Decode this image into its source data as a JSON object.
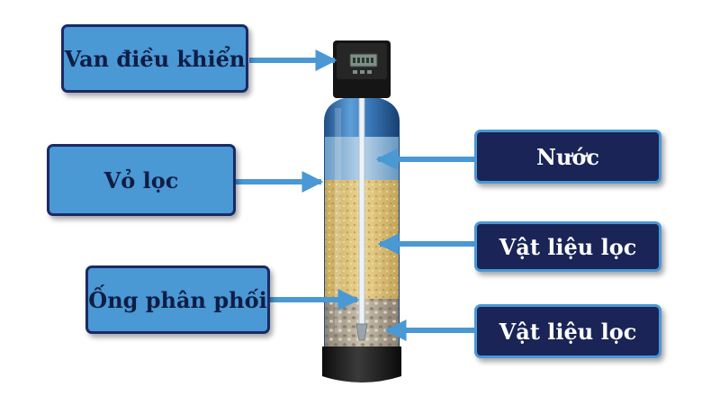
{
  "labels": {
    "control_valve": "Van điều khiển",
    "filter_shell": "Vỏ lọc",
    "distribution_pipe": "Ống phân phối",
    "water": "Nước",
    "filter_media_upper": "Vật liệu lọc",
    "filter_media_lower": "Vật liệu lọc"
  },
  "colors": {
    "label_blue": "#4a98d4",
    "label_navy": "#1a2456",
    "arrow": "#4a98d4",
    "tank_body": "#3a6fa8",
    "sand": "#d9c07a",
    "gravel": "#b5aa96"
  }
}
